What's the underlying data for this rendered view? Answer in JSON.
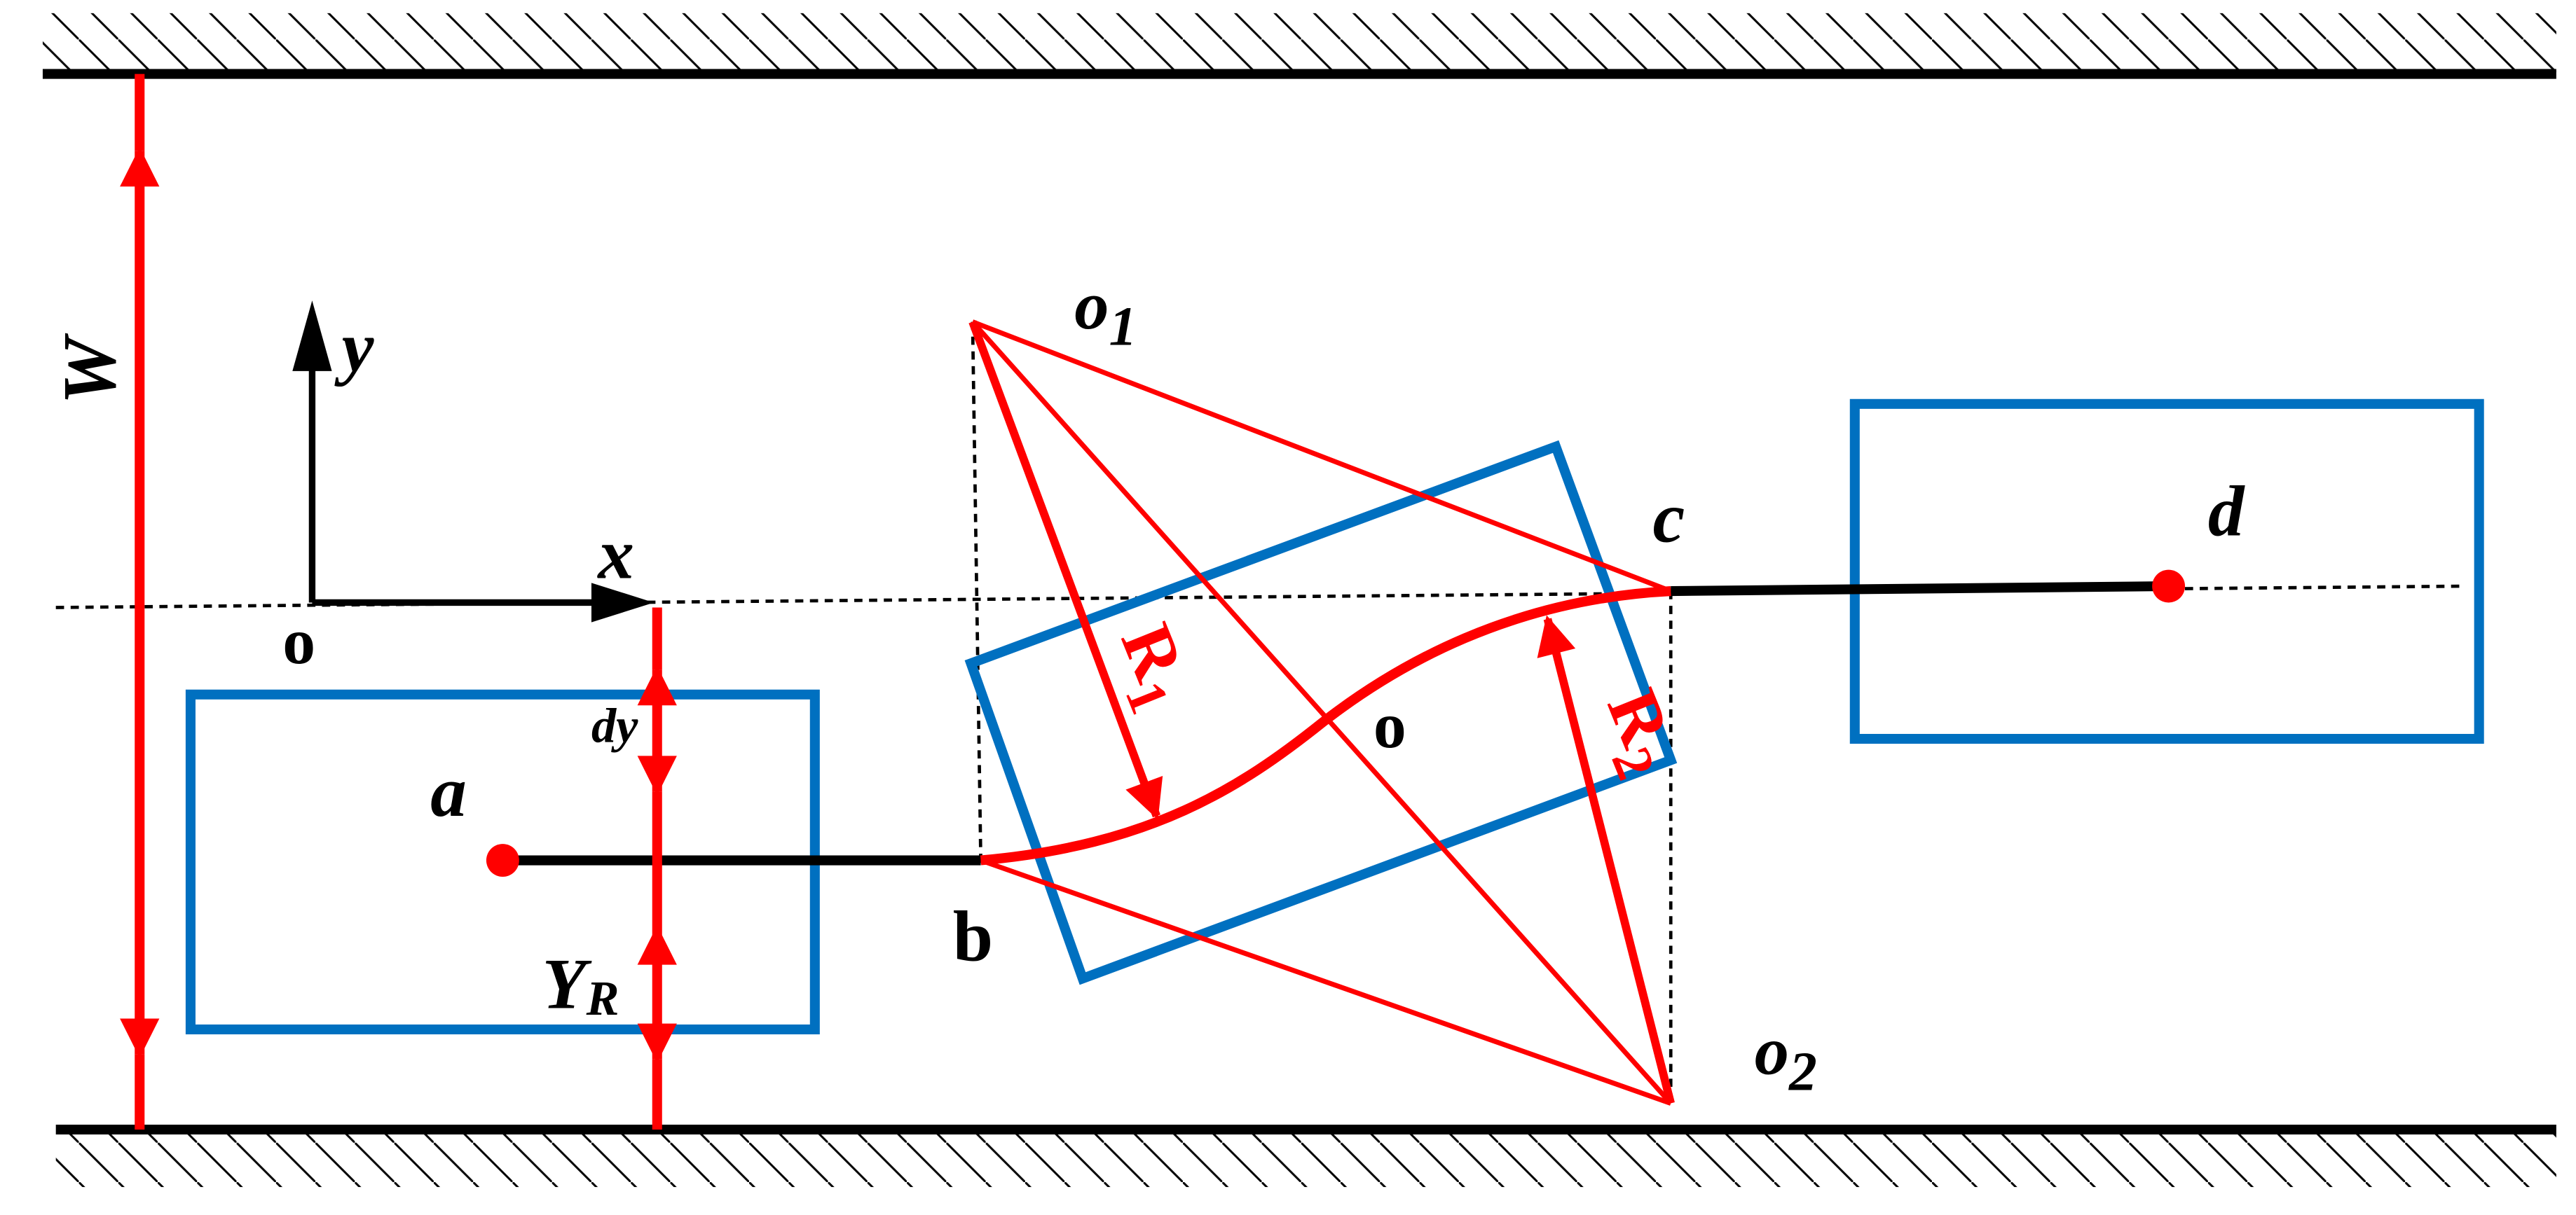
{
  "colors": {
    "wall": "#000000",
    "vehicle_box": "#0070c0",
    "path_curve": "#ff0000",
    "dimension": "#ff0000",
    "axis": "#000000",
    "guide": "#000000"
  },
  "labels": {
    "road_width": "W",
    "axis_x": "x",
    "axis_y": "y",
    "origin": "o",
    "point_a": "a",
    "point_b": "b",
    "point_c": "c",
    "point_d": "d",
    "center_o": "o",
    "center_o1_main": "o",
    "center_o1_sub": "1",
    "center_o2_main": "o",
    "center_o2_sub": "2",
    "radius_r1_main": "R",
    "radius_r1_sub": "1",
    "radius_r2_main": "R",
    "radius_r2_sub": "2",
    "lateral_offset": "dy",
    "vehicle_half_width_main": "Y",
    "vehicle_half_width_sub": "R"
  }
}
